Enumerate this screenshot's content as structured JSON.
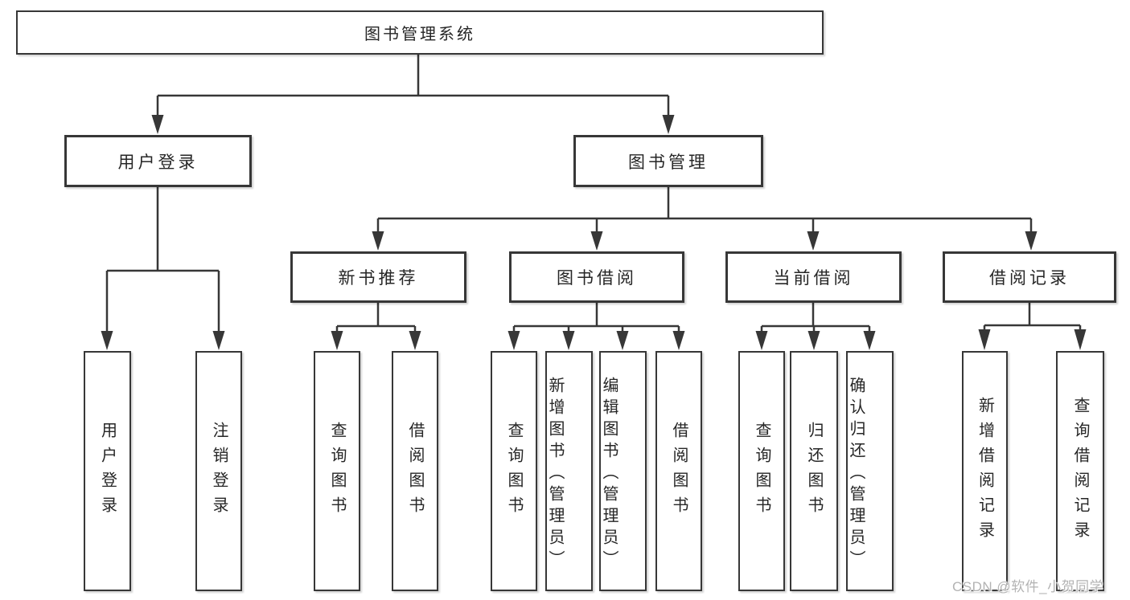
{
  "diagram": {
    "type": "hierarchy-tree",
    "colors": {
      "background": "#ffffff",
      "line": "#373737",
      "box_border": "#373737",
      "text": "#262626",
      "watermark": "#b3b3b3"
    },
    "tree": {
      "root": {
        "label": "图书管理系统"
      },
      "branches": [
        {
          "label": "用户登录",
          "children": [
            {
              "label": "用户登录"
            },
            {
              "label": "注销登录"
            }
          ]
        },
        {
          "label": "图书管理",
          "children": [
            {
              "label": "新书推荐",
              "children": [
                {
                  "label": "查询图书"
                },
                {
                  "label": "借阅图书"
                }
              ]
            },
            {
              "label": "图书借阅",
              "children": [
                {
                  "label": "查询图书"
                },
                {
                  "label": "新增图书（管理员）"
                },
                {
                  "label": "编辑图书（管理员）"
                },
                {
                  "label": "借阅图书"
                }
              ]
            },
            {
              "label": "当前借阅",
              "children": [
                {
                  "label": "查询图书"
                },
                {
                  "label": "归还图书"
                },
                {
                  "label": "确认归还（管理员）"
                }
              ]
            },
            {
              "label": "借阅记录",
              "children": [
                {
                  "label": "新增借阅记录"
                },
                {
                  "label": "查询借阅记录"
                }
              ]
            }
          ]
        }
      ]
    },
    "watermark": {
      "text": "CSDN @软件_小贺同学"
    }
  }
}
